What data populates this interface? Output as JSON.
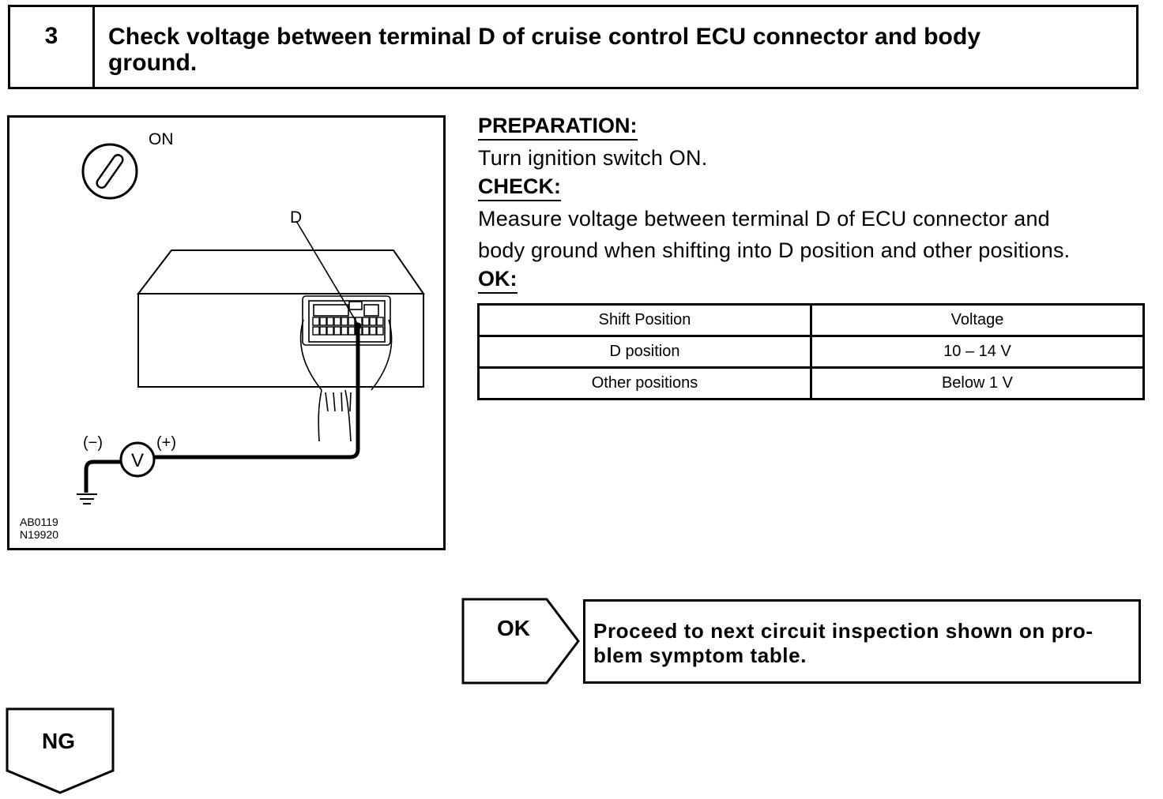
{
  "step": {
    "number": "3",
    "title_line1": "Check voltage between terminal D of cruise control ECU connector and body",
    "title_line2": "ground."
  },
  "illustration": {
    "ignition_label": "ON",
    "terminal_label": "D",
    "negative_label": "(−)",
    "positive_label": "(+)",
    "meter_label": "V",
    "code_line1": "AB0119",
    "code_line2": "N19920"
  },
  "procedure": {
    "preparation_heading": "PREPARATION:",
    "preparation_text": "Turn ignition switch ON.",
    "check_heading": "CHECK:",
    "check_text_line1": "Measure voltage between terminal D of  ECU connector and",
    "check_text_line2": "body ground when shifting into D position and other positions.",
    "ok_heading": "OK:"
  },
  "spec_table": {
    "headers": [
      "Shift Position",
      "Voltage"
    ],
    "rows": [
      [
        "D position",
        "10 – 14 V"
      ],
      [
        "Other positions",
        "Below 1 V"
      ]
    ]
  },
  "result_ok": {
    "label": "OK",
    "text_line1": "Proceed to next circuit inspection shown on pro-",
    "text_line2": "blem symptom table."
  },
  "result_ng": {
    "label": "NG"
  }
}
